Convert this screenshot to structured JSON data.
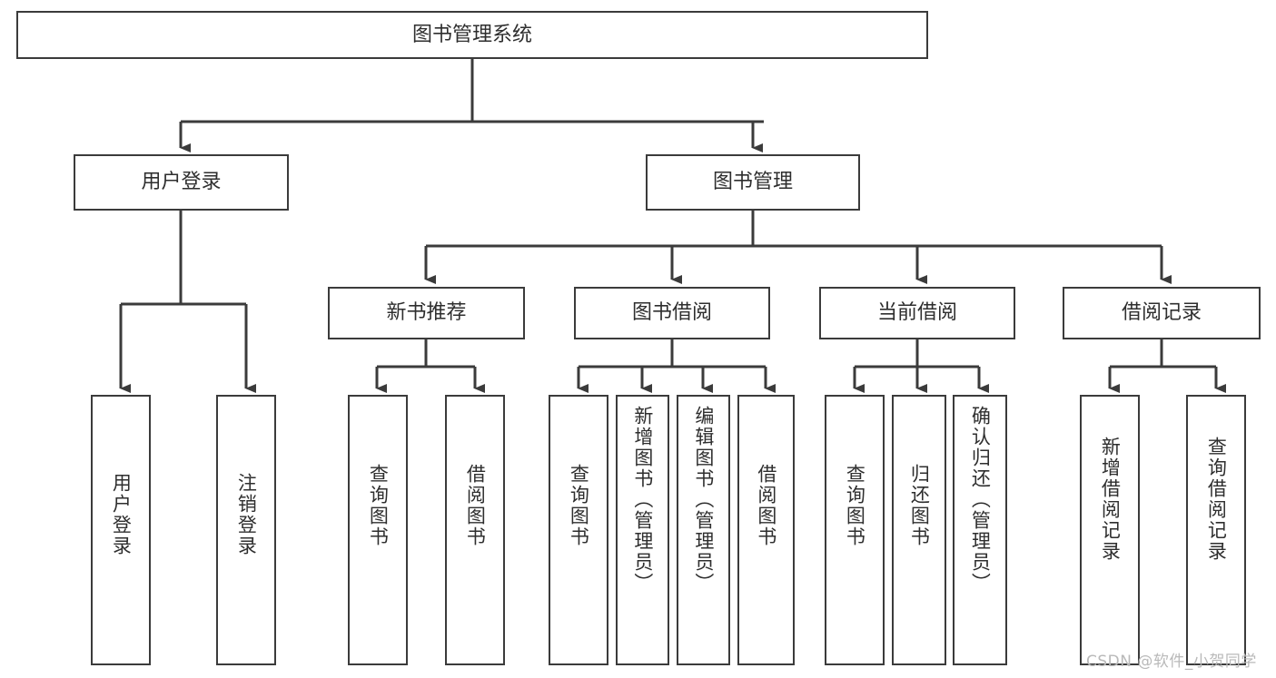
{
  "diagram": {
    "title": "图书管理系统",
    "type": "tree-hierarchy-chart",
    "root": {
      "label": "图书管理系统"
    },
    "level1": [
      {
        "label": "用户登录"
      },
      {
        "label": "图书管理"
      }
    ],
    "level2": [
      {
        "label": "新书推荐"
      },
      {
        "label": "图书借阅"
      },
      {
        "label": "当前借阅"
      },
      {
        "label": "借阅记录"
      }
    ],
    "leaves": {
      "user_login": [
        {
          "label": "用户登录"
        },
        {
          "label": "注销登录"
        }
      ],
      "new_book_recommend": [
        {
          "label": "查询图书"
        },
        {
          "label": "借阅图书"
        }
      ],
      "book_borrow": [
        {
          "label": "查询图书"
        },
        {
          "label": "新增图书（管理员）"
        },
        {
          "label": "编辑图书（管理员）"
        },
        {
          "label": "借阅图书"
        }
      ],
      "current_borrow": [
        {
          "label": "查询图书"
        },
        {
          "label": "归还图书"
        },
        {
          "label": "确认归还（管理员）"
        }
      ],
      "borrow_record": [
        {
          "label": "新增借阅记录"
        },
        {
          "label": "查询借阅记录"
        }
      ]
    }
  },
  "watermark": {
    "text": "CSDN @软件_小贺同学"
  },
  "colors": {
    "border": "#3b3b3b",
    "connector": "#3b3b3b",
    "text": "#2e2e2e",
    "background": "#ffffff",
    "watermark": "#b9b9b9"
  }
}
